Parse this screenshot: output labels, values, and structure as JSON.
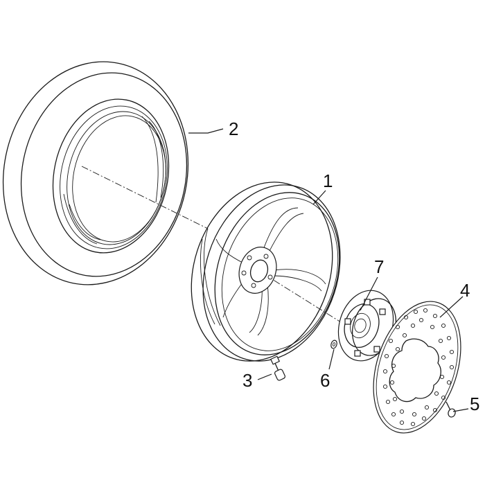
{
  "callouts": {
    "rim": "1",
    "tyre": "2",
    "valve": "3",
    "brake_disc": "4",
    "disc_screw": "5",
    "washer": "6",
    "hub": "7"
  },
  "colors": {
    "line": "#1a1a1a",
    "background": "#ffffff"
  }
}
